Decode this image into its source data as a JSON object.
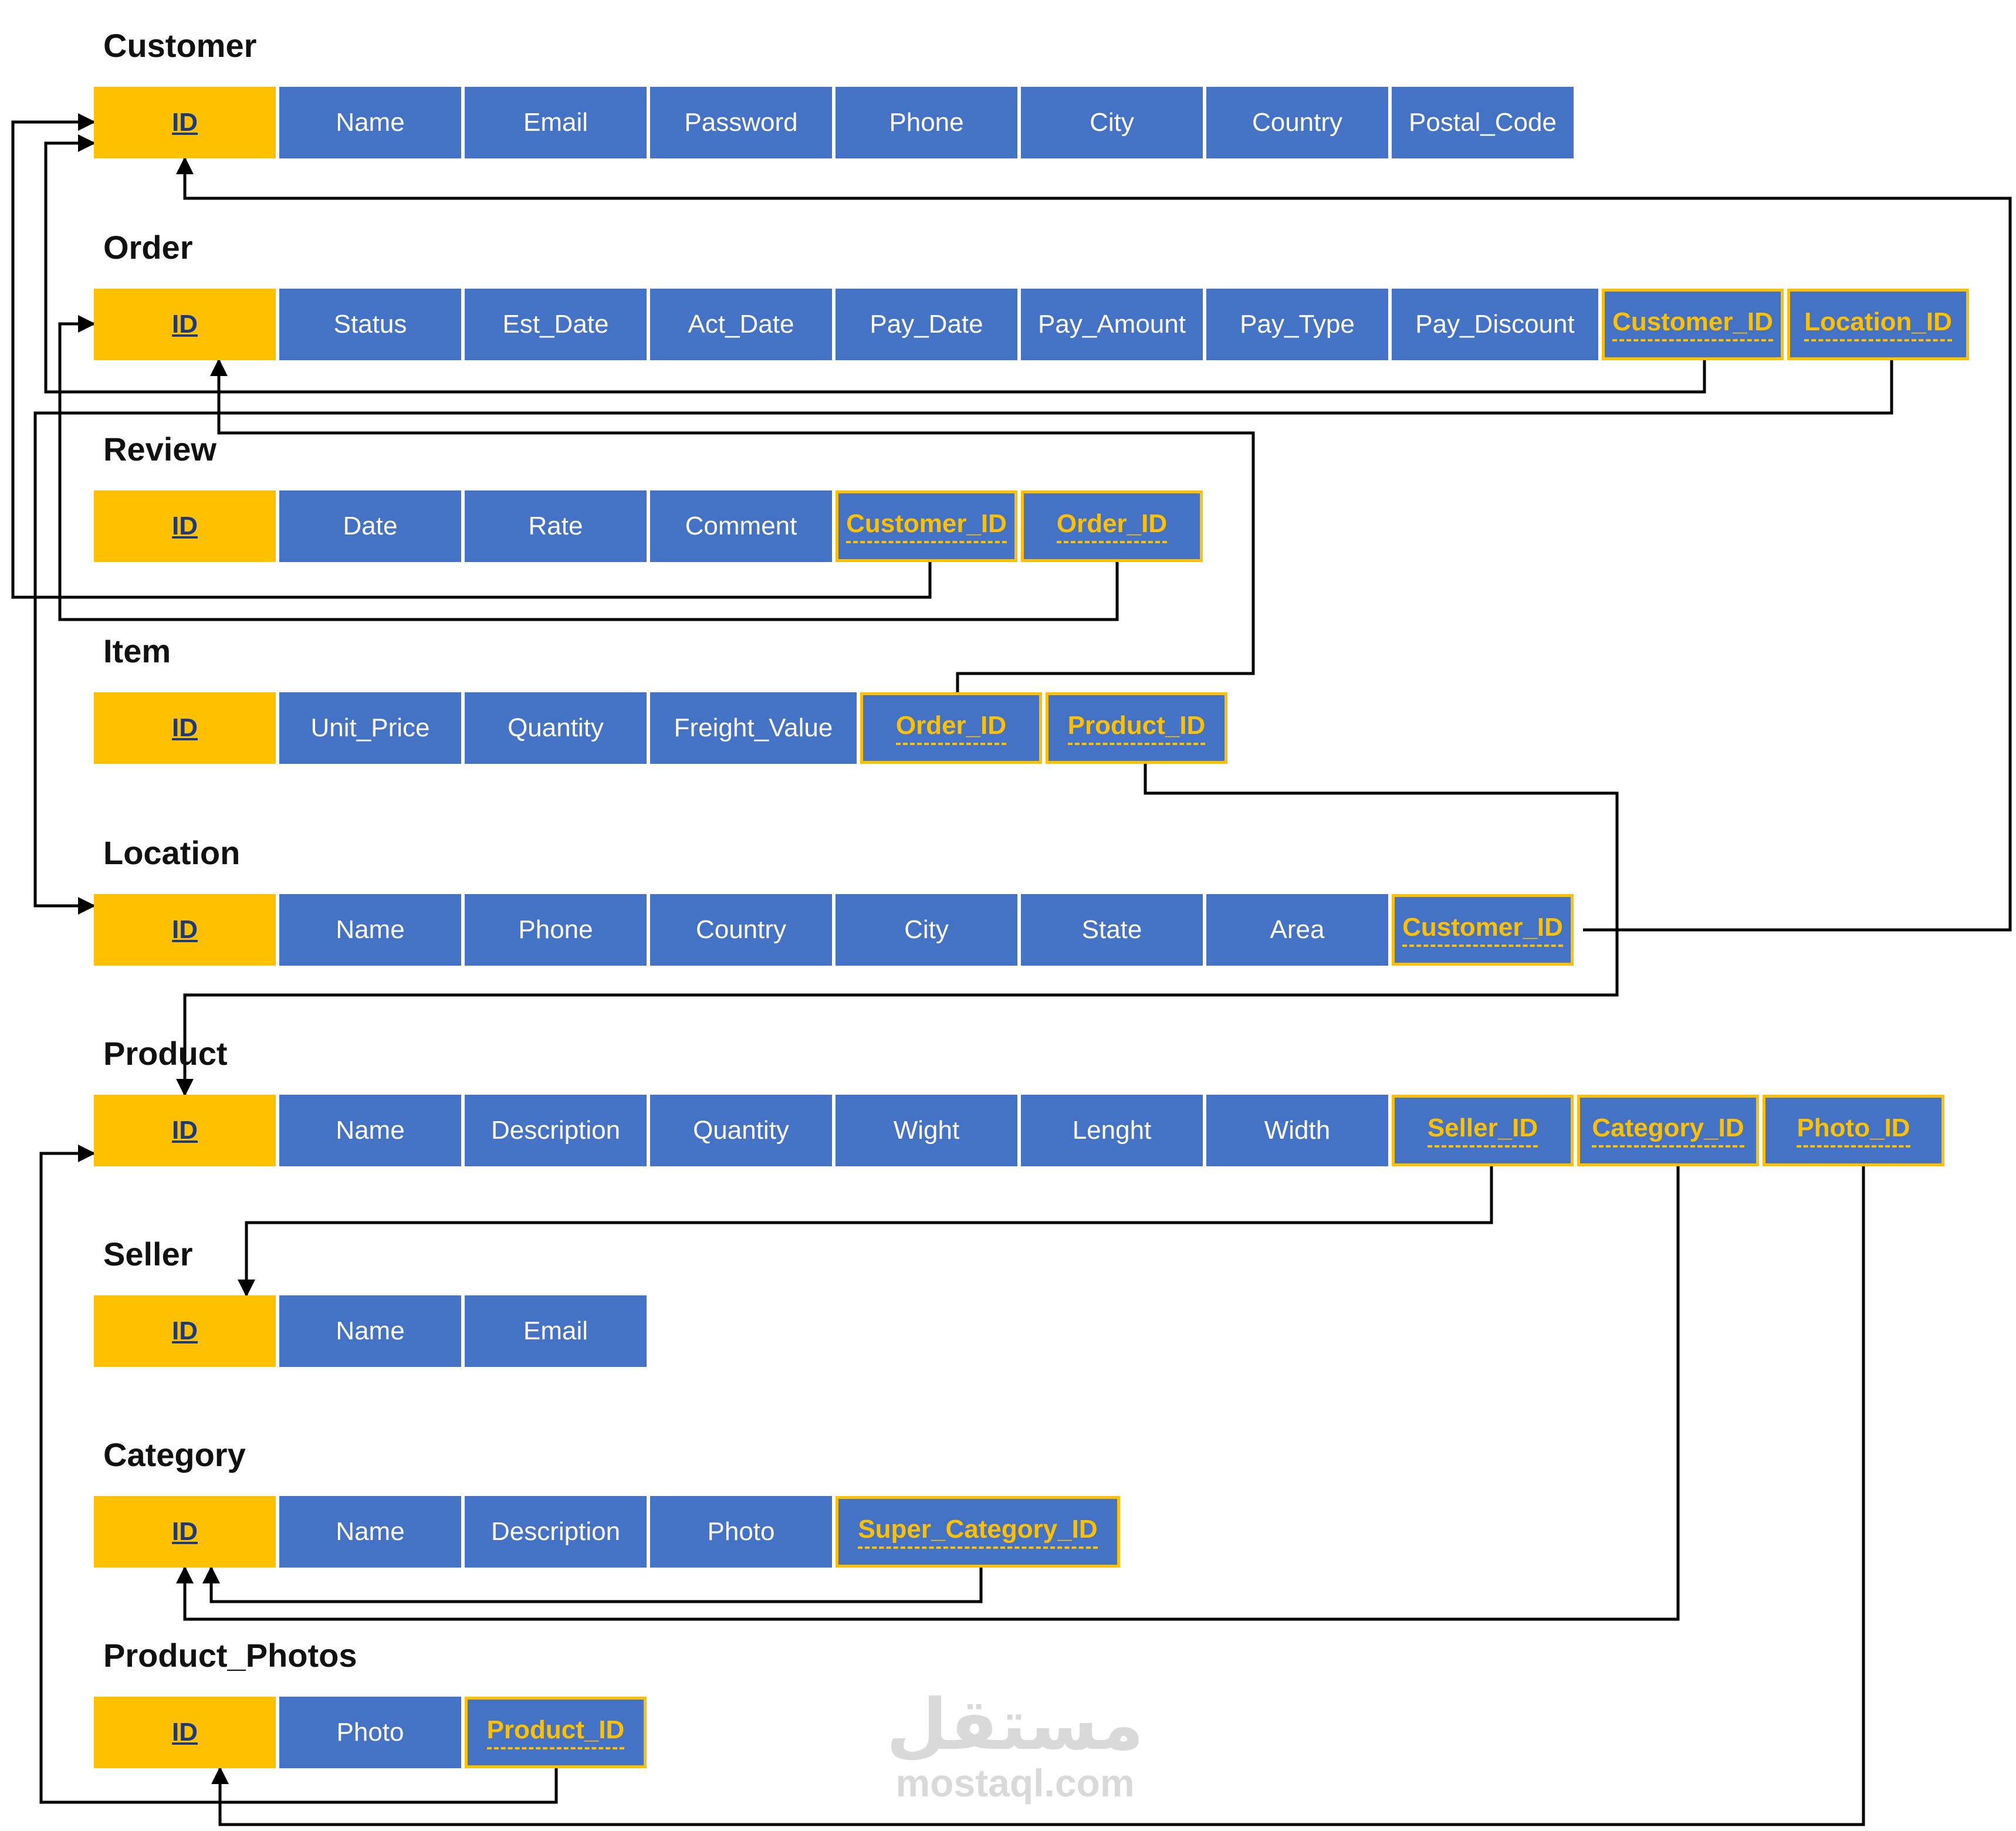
{
  "tables": [
    {
      "name": "Customer",
      "columns": [
        {
          "label": "ID",
          "kind": "pk"
        },
        {
          "label": "Name",
          "kind": "attr"
        },
        {
          "label": "Email",
          "kind": "attr"
        },
        {
          "label": "Password",
          "kind": "attr"
        },
        {
          "label": "Phone",
          "kind": "attr"
        },
        {
          "label": "City",
          "kind": "attr"
        },
        {
          "label": "Country",
          "kind": "attr"
        },
        {
          "label": "Postal_Code",
          "kind": "attr"
        }
      ]
    },
    {
      "name": "Order",
      "columns": [
        {
          "label": "ID",
          "kind": "pk"
        },
        {
          "label": "Status",
          "kind": "attr"
        },
        {
          "label": "Est_Date",
          "kind": "attr"
        },
        {
          "label": "Act_Date",
          "kind": "attr"
        },
        {
          "label": "Pay_Date",
          "kind": "attr"
        },
        {
          "label": "Pay_Amount",
          "kind": "attr"
        },
        {
          "label": "Pay_Type",
          "kind": "attr"
        },
        {
          "label": "Pay_Discount",
          "kind": "attr"
        },
        {
          "label": "Customer_ID",
          "kind": "fk"
        },
        {
          "label": "Location_ID",
          "kind": "fk"
        }
      ]
    },
    {
      "name": "Review",
      "columns": [
        {
          "label": "ID",
          "kind": "pk"
        },
        {
          "label": "Date",
          "kind": "attr"
        },
        {
          "label": "Rate",
          "kind": "attr"
        },
        {
          "label": "Comment",
          "kind": "attr"
        },
        {
          "label": "Customer_ID",
          "kind": "fk"
        },
        {
          "label": "Order_ID",
          "kind": "fk"
        }
      ]
    },
    {
      "name": "Item",
      "columns": [
        {
          "label": "ID",
          "kind": "pk"
        },
        {
          "label": "Unit_Price",
          "kind": "attr"
        },
        {
          "label": "Quantity",
          "kind": "attr"
        },
        {
          "label": "Freight_Value",
          "kind": "attr"
        },
        {
          "label": "Order_ID",
          "kind": "fk"
        },
        {
          "label": "Product_ID",
          "kind": "fk"
        }
      ]
    },
    {
      "name": "Location",
      "columns": [
        {
          "label": "ID",
          "kind": "pk"
        },
        {
          "label": "Name",
          "kind": "attr"
        },
        {
          "label": "Phone",
          "kind": "attr"
        },
        {
          "label": "Country",
          "kind": "attr"
        },
        {
          "label": "City",
          "kind": "attr"
        },
        {
          "label": "State",
          "kind": "attr"
        },
        {
          "label": "Area",
          "kind": "attr"
        },
        {
          "label": "Customer_ID",
          "kind": "fk"
        }
      ]
    },
    {
      "name": "Product",
      "columns": [
        {
          "label": "ID",
          "kind": "pk"
        },
        {
          "label": "Name",
          "kind": "attr"
        },
        {
          "label": "Description",
          "kind": "attr"
        },
        {
          "label": "Quantity",
          "kind": "attr"
        },
        {
          "label": "Wight",
          "kind": "attr"
        },
        {
          "label": "Lenght",
          "kind": "attr"
        },
        {
          "label": "Width",
          "kind": "attr"
        },
        {
          "label": "Seller_ID",
          "kind": "fk"
        },
        {
          "label": "Category_ID",
          "kind": "fk"
        },
        {
          "label": "Photo_ID",
          "kind": "fk"
        }
      ]
    },
    {
      "name": "Seller",
      "columns": [
        {
          "label": "ID",
          "kind": "pk"
        },
        {
          "label": "Name",
          "kind": "attr"
        },
        {
          "label": "Email",
          "kind": "attr"
        }
      ]
    },
    {
      "name": "Category",
      "columns": [
        {
          "label": "ID",
          "kind": "pk"
        },
        {
          "label": "Name",
          "kind": "attr"
        },
        {
          "label": "Description",
          "kind": "attr"
        },
        {
          "label": "Photo",
          "kind": "attr"
        },
        {
          "label": "Super_Category_ID",
          "kind": "fk"
        }
      ]
    },
    {
      "name": "Product_Photos",
      "columns": [
        {
          "label": "ID",
          "kind": "pk"
        },
        {
          "label": "Photo",
          "kind": "attr"
        },
        {
          "label": "Product_ID",
          "kind": "fk"
        }
      ]
    }
  ],
  "relationships": [
    {
      "from_table": "Order",
      "from_column": "Customer_ID",
      "to_table": "Customer",
      "to_column": "ID"
    },
    {
      "from_table": "Order",
      "from_column": "Location_ID",
      "to_table": "Location",
      "to_column": "ID"
    },
    {
      "from_table": "Review",
      "from_column": "Customer_ID",
      "to_table": "Customer",
      "to_column": "ID"
    },
    {
      "from_table": "Review",
      "from_column": "Order_ID",
      "to_table": "Order",
      "to_column": "ID"
    },
    {
      "from_table": "Item",
      "from_column": "Order_ID",
      "to_table": "Order",
      "to_column": "ID"
    },
    {
      "from_table": "Item",
      "from_column": "Product_ID",
      "to_table": "Product",
      "to_column": "ID"
    },
    {
      "from_table": "Location",
      "from_column": "Customer_ID",
      "to_table": "Customer",
      "to_column": "ID"
    },
    {
      "from_table": "Product",
      "from_column": "Seller_ID",
      "to_table": "Seller",
      "to_column": "ID"
    },
    {
      "from_table": "Product",
      "from_column": "Category_ID",
      "to_table": "Category",
      "to_column": "ID"
    },
    {
      "from_table": "Product",
      "from_column": "Photo_ID",
      "to_table": "Product_Photos",
      "to_column": "ID"
    },
    {
      "from_table": "Category",
      "from_column": "Super_Category_ID",
      "to_table": "Category",
      "to_column": "ID"
    },
    {
      "from_table": "Product_Photos",
      "from_column": "Product_ID",
      "to_table": "Product",
      "to_column": "ID"
    }
  ],
  "colors": {
    "primary_key": "#ffc000",
    "attribute": "#4472c4",
    "foreign_key_text": "#ffc000",
    "connector": "#000000"
  },
  "watermark": {
    "logo": "مستقل",
    "url": "mostaql.com"
  }
}
